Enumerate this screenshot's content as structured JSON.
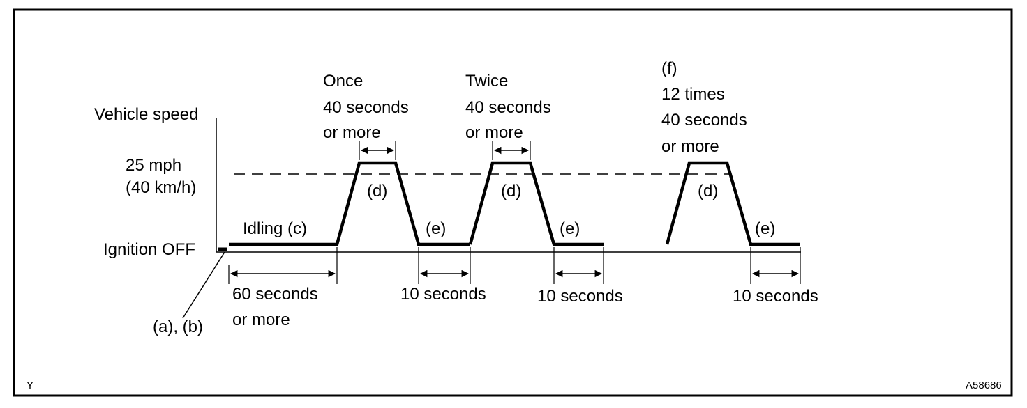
{
  "axis": {
    "y_label": "Vehicle speed",
    "speed_label_1": "25 mph",
    "speed_label_2": "(40 km/h)",
    "baseline_label": "Ignition OFF"
  },
  "steps": {
    "ab": "(a), (b)",
    "idling": "Idling (c)",
    "idle_duration_1": "60 seconds",
    "idle_duration_2": "or more",
    "d": "(d)",
    "e": "(e)",
    "f": "(f)"
  },
  "cycles": [
    {
      "count": "Once",
      "duration_1": "40 seconds",
      "duration_2": "or more",
      "drive_label": "(d)",
      "stop_label": "(e)",
      "stop_duration": "10 seconds"
    },
    {
      "count": "Twice",
      "duration_1": "40 seconds",
      "duration_2": "or more",
      "drive_label": "(d)",
      "stop_label": "(e)",
      "stop_duration": "10 seconds"
    },
    {
      "step": "(f)",
      "count": "12 times",
      "duration_1": "40 seconds",
      "duration_2": "or more",
      "drive_label": "(d)",
      "stop_label": "(e)",
      "stop_duration": "10 seconds"
    }
  ],
  "footer": {
    "left_code": "Y",
    "figure_id": "A58686"
  }
}
